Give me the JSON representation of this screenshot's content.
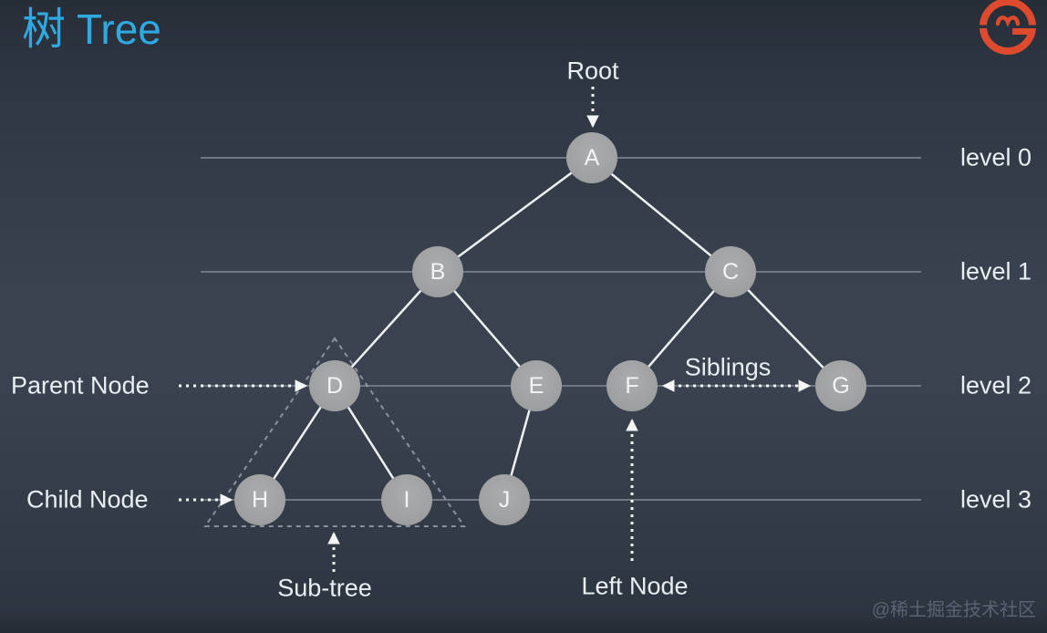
{
  "header": {
    "title_zh": "树",
    "title_en": "Tree"
  },
  "tree": {
    "nodes": [
      {
        "id": "A",
        "label": "A",
        "level": 0
      },
      {
        "id": "B",
        "label": "B",
        "level": 1
      },
      {
        "id": "C",
        "label": "C",
        "level": 1
      },
      {
        "id": "D",
        "label": "D",
        "level": 2
      },
      {
        "id": "E",
        "label": "E",
        "level": 2
      },
      {
        "id": "F",
        "label": "F",
        "level": 2
      },
      {
        "id": "G",
        "label": "G",
        "level": 2
      },
      {
        "id": "H",
        "label": "H",
        "level": 3
      },
      {
        "id": "I",
        "label": "I",
        "level": 3
      },
      {
        "id": "J",
        "label": "J",
        "level": 3
      }
    ],
    "edges": [
      [
        "A",
        "B"
      ],
      [
        "A",
        "C"
      ],
      [
        "B",
        "D"
      ],
      [
        "B",
        "E"
      ],
      [
        "C",
        "F"
      ],
      [
        "C",
        "G"
      ],
      [
        "D",
        "H"
      ],
      [
        "D",
        "I"
      ],
      [
        "E",
        "J"
      ]
    ]
  },
  "levels": [
    "level 0",
    "level 1",
    "level 2",
    "level 3"
  ],
  "annotations": {
    "root": "Root",
    "parent_node": "Parent Node",
    "child_node": "Child Node",
    "siblings": "Siblings",
    "subtree": "Sub-tree",
    "left_node": "Left Node"
  },
  "watermark": "@稀土掘金技术社区",
  "colors": {
    "background_top": "#262d37",
    "background_mid": "#39424e",
    "title_accent": "#2fa9e1",
    "node_fill": "#a0a1a3",
    "edge_line": "#eef1f4",
    "level_line": "#6f7783",
    "dashed_outline": "#99a1ab",
    "label_text": "#e9eef3",
    "logo_orange": "#dd4a2e",
    "watermark_text": "#5a636f"
  }
}
